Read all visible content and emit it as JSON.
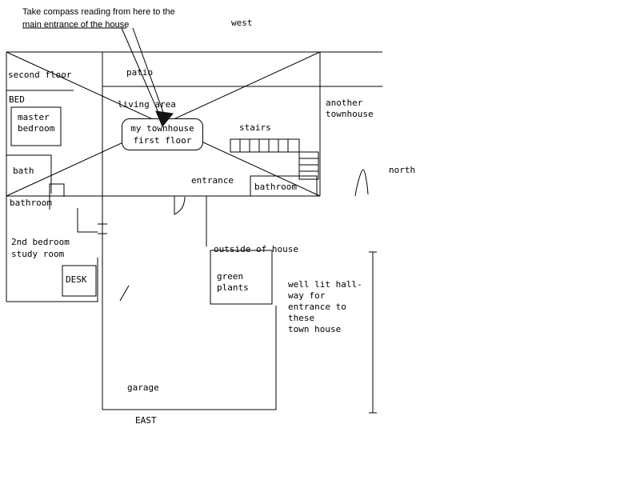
{
  "annotation": {
    "text": "Take compass reading from here to the\nmain entrance of the house"
  },
  "compass": {
    "west": "west",
    "north": "north",
    "east": "EAST"
  },
  "upper_floor": {
    "second_floor": "second floor",
    "bed": "BED",
    "master_bedroom": "master\nbedroom",
    "bath": "bath"
  },
  "first_floor": {
    "patio": "patio",
    "living_area": "living area",
    "townhouse_box": "my townhouse\nfirst floor",
    "stairs": "stairs",
    "entrance": "entrance",
    "bathroom": "bathroom"
  },
  "neighbor": {
    "another_townhouse": "another\ntownhouse"
  },
  "lower_left": {
    "bathroom": "bathroom",
    "second_bedroom": "2nd bedroom\nstudy room",
    "desk": "DESK"
  },
  "outside": {
    "outside_of_house": "outside of house",
    "green_plants": "green\nplants",
    "hallway_note": "well lit hall-\nway for\nentrance to\nthese\ntown house",
    "garage": "garage"
  },
  "colors": {
    "ink": "#000000",
    "paper": "#ffffff"
  }
}
